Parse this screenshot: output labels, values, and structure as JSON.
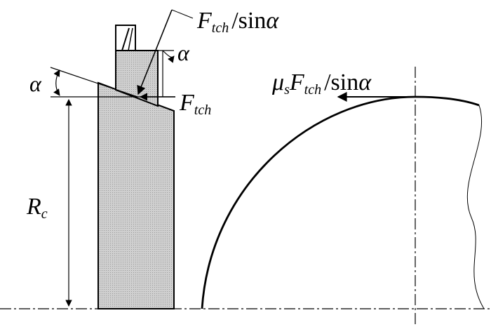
{
  "labels": {
    "force_inclined_F": "F",
    "force_inclined_sub": "tch",
    "force_inclined_tail": "/sin",
    "force_inclined_alpha": "α",
    "angle_alpha_top": "α",
    "angle_alpha_left": "α",
    "force_normal_F": "F",
    "force_normal_sub": "tch",
    "friction_mu": "μ",
    "friction_mu_sub": "s",
    "friction_F": "F",
    "friction_F_sub": "tch",
    "friction_tail": "/sin",
    "friction_alpha": "α",
    "radius_R": "R",
    "radius_sub": "c"
  },
  "colors": {
    "ink": "#000000",
    "tool_fill": "#c8c8c8"
  }
}
